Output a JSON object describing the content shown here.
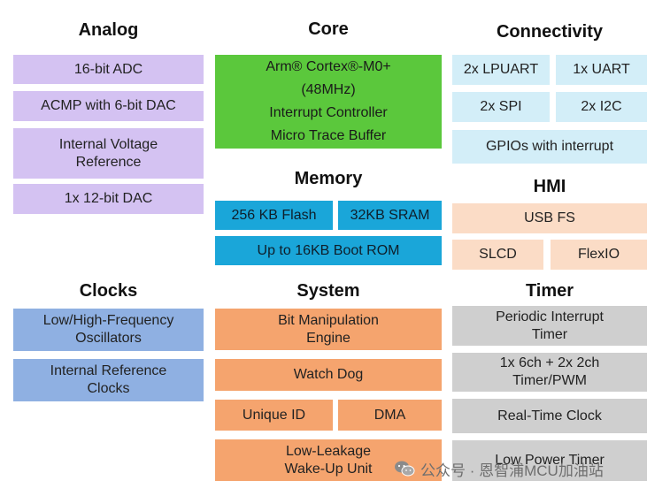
{
  "sections": {
    "analog": {
      "title": "Analog",
      "items": [
        {
          "lines": [
            "16-bit ADC"
          ]
        },
        {
          "lines": [
            "ACMP with 6-bit DAC"
          ]
        },
        {
          "lines": [
            "Internal Voltage",
            "Reference"
          ]
        },
        {
          "lines": [
            "1x 12-bit DAC"
          ]
        }
      ]
    },
    "core": {
      "title": "Core",
      "lines": [
        "Arm® Cortex®-M0+",
        "(48MHz)",
        "Interrupt Controller",
        "Micro Trace Buffer"
      ]
    },
    "memory": {
      "title": "Memory",
      "items": [
        {
          "lines": [
            "256 KB Flash"
          ]
        },
        {
          "lines": [
            "32KB SRAM"
          ]
        },
        {
          "lines": [
            "Up to 16KB Boot ROM"
          ]
        }
      ]
    },
    "connectivity": {
      "title": "Connectivity",
      "items": [
        {
          "lines": [
            "2x LPUART"
          ]
        },
        {
          "lines": [
            "1x UART"
          ]
        },
        {
          "lines": [
            "2x SPI"
          ]
        },
        {
          "lines": [
            "2x I2C"
          ]
        },
        {
          "lines": [
            "GPIOs with interrupt"
          ]
        }
      ]
    },
    "hmi": {
      "title": "HMI",
      "items": [
        {
          "lines": [
            "USB FS"
          ]
        },
        {
          "lines": [
            "SLCD"
          ]
        },
        {
          "lines": [
            "FlexIO"
          ]
        }
      ]
    },
    "clocks": {
      "title": "Clocks",
      "items": [
        {
          "lines": [
            "Low/High-Frequency",
            "Oscillators"
          ]
        },
        {
          "lines": [
            "Internal Reference",
            "Clocks"
          ]
        }
      ]
    },
    "system": {
      "title": "System",
      "items": [
        {
          "lines": [
            "Bit Manipulation",
            "Engine"
          ]
        },
        {
          "lines": [
            "Watch Dog"
          ]
        },
        {
          "lines": [
            "Unique ID"
          ]
        },
        {
          "lines": [
            "DMA"
          ]
        },
        {
          "lines": [
            "Low-Leakage",
            "Wake-Up Unit"
          ]
        }
      ]
    },
    "timer": {
      "title": "Timer",
      "items": [
        {
          "lines": [
            "Periodic Interrupt",
            "Timer"
          ]
        },
        {
          "lines": [
            "1x 6ch + 2x 2ch",
            "Timer/PWM"
          ]
        },
        {
          "lines": [
            "Real-Time Clock"
          ]
        },
        {
          "lines": [
            "Low Power Timer"
          ]
        }
      ]
    }
  },
  "watermark": {
    "text": "公众号 · 恩智浦MCU加油站",
    "icon": "wechat-icon"
  },
  "colors": {
    "analog": "#d4c2f2",
    "core": "#5bc83c",
    "memory": "#1aa6d9",
    "connectivity": "#d3eef8",
    "hmi": "#fbdcc6",
    "clocks": "#8fb0e2",
    "system": "#f5a46e",
    "timer": "#cfcfcf"
  }
}
